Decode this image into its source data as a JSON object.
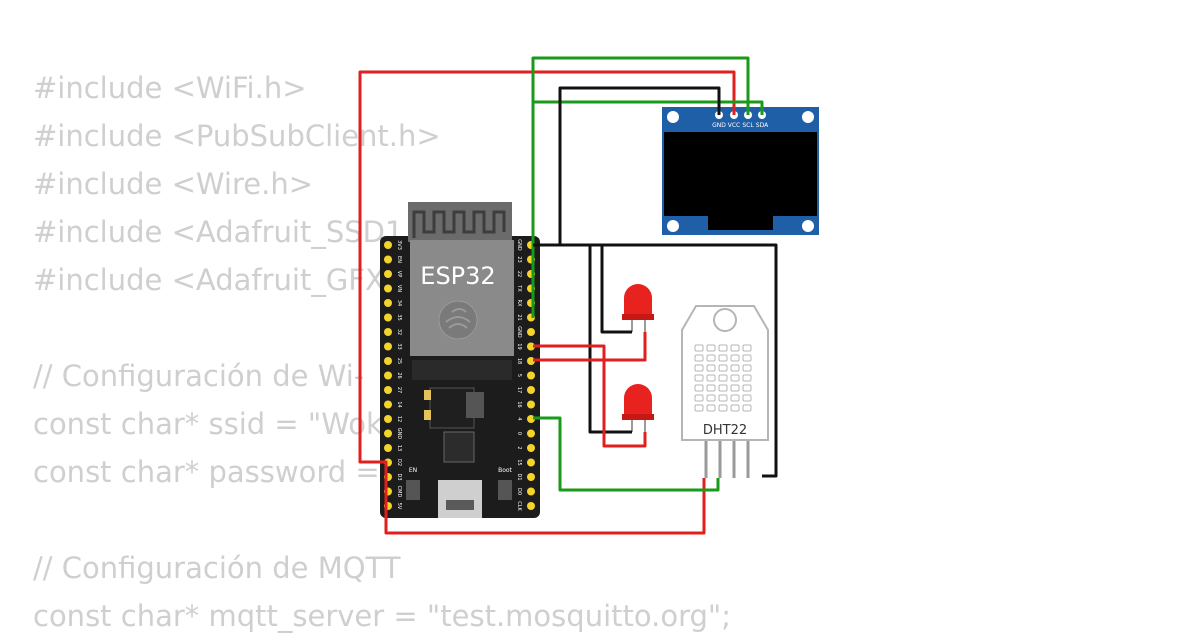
{
  "code_lines": [
    "#include <WiFi.h>",
    "#include <PubSubClient.h>",
    "#include <Wire.h>",
    "#include <Adafruit_SSD1",
    "#include <Adafruit_GFX",
    "",
    "// Configuración de Wi-",
    "const char* ssid = \"Wok",
    "const char* password =",
    "",
    "// Configuración de MQTT",
    "const char* mqtt_server = \"test.mosquitto.org\";"
  ],
  "esp32": {
    "label": "ESP32",
    "en_label": "EN",
    "boot_label": "Boot",
    "left_pins": [
      "3V3",
      "EN",
      "VP",
      "VN",
      "34",
      "35",
      "32",
      "33",
      "25",
      "26",
      "27",
      "14",
      "12",
      "GND",
      "13",
      "D2",
      "D3",
      "CMD",
      "5V"
    ],
    "right_pins": [
      "GND",
      "23",
      "22",
      "TX",
      "RX",
      "21",
      "GND",
      "19",
      "18",
      "5",
      "17",
      "16",
      "4",
      "0",
      "2",
      "15",
      "D1",
      "D0",
      "CLK"
    ]
  },
  "oled": {
    "pins": [
      "GND",
      "VCC",
      "SCL",
      "SDA"
    ]
  },
  "dht22": {
    "label": "DHT22"
  },
  "colors": {
    "wire_red": "#e31e1e",
    "wire_green": "#1a9a1a",
    "wire_black": "#111111",
    "oled_blue": "#1e5fa8",
    "board_black": "#1c1c1c",
    "pin_yellow": "#f3d42b",
    "led_red": "#e8221f"
  }
}
